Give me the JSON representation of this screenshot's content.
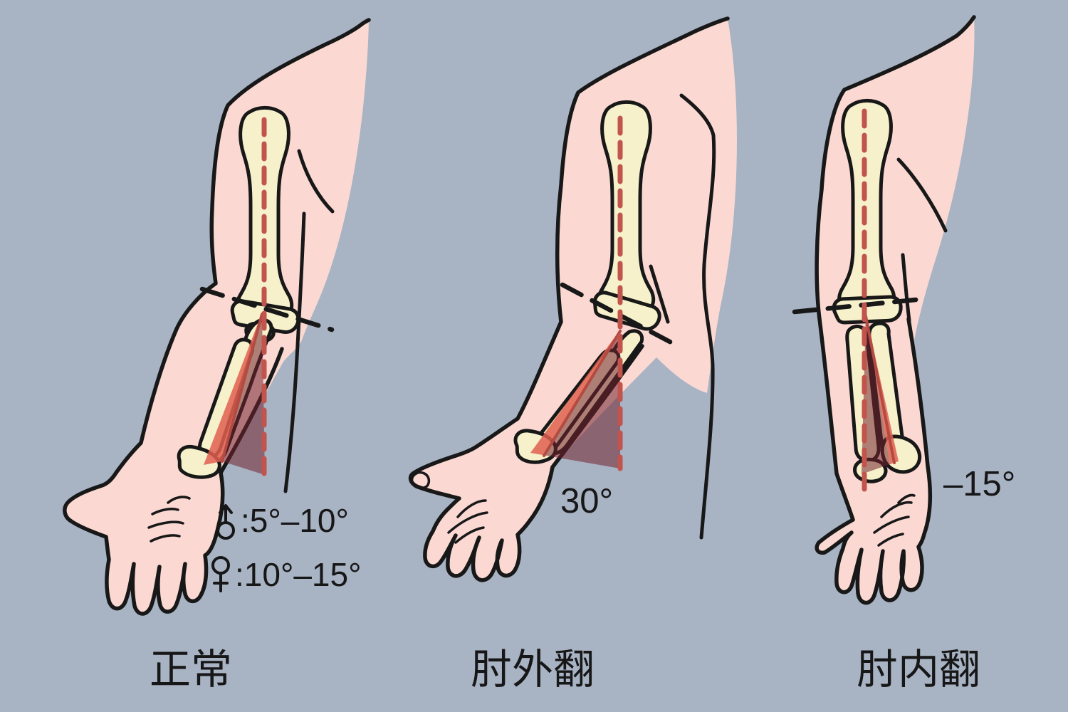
{
  "colors": {
    "background": "#a8b3c4",
    "skin": "#fbd9d2",
    "bone": "#f6f1ca",
    "outline": "#181818",
    "axis_red": "#c1544c",
    "angle_fill_dark": "rgba(115,35,48,0.55)",
    "angle_fill_light": "rgba(225,95,80,0.85)",
    "text": "#171717"
  },
  "panels": [
    {
      "id": "normal",
      "label": "正常",
      "annotations": [
        {
          "icon": "male-icon",
          "text": ":5°–10°"
        },
        {
          "icon": "female-icon",
          "text": ":10°–15°"
        }
      ]
    },
    {
      "id": "cubitus-valgus",
      "label": "肘外翻",
      "angle": "30°"
    },
    {
      "id": "cubitus-varus",
      "label": "肘内翻",
      "angle": "–15°"
    }
  ]
}
